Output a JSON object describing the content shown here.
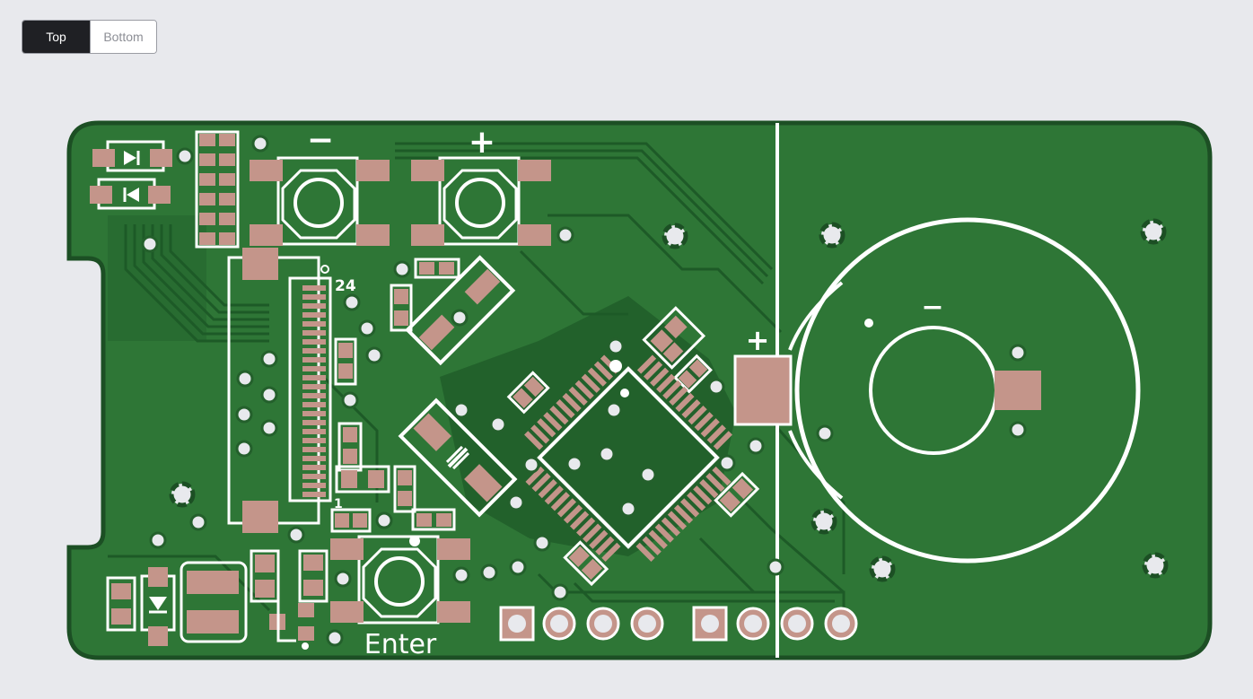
{
  "view_toggle": {
    "options": [
      {
        "label": "Top",
        "selected": true
      },
      {
        "label": "Bottom",
        "selected": false
      }
    ]
  },
  "pcb": {
    "side": "top",
    "silkscreen": {
      "minus_label": "−",
      "plus_label": "+",
      "battery_plus_label": "+",
      "battery_minus_label": "−",
      "pin_one_marker": "1",
      "connector_pin_label": "24",
      "enter_label": "Enter"
    },
    "colors": {
      "board": "#2e7636",
      "board_edge": "#1c4f24",
      "copper_pour": "#1d5a27",
      "trace": "#24602c",
      "pad": "#c4958a",
      "silkscreen": "#ffffff",
      "drill": "#e8e9ed"
    },
    "buttons": [
      "button-minus",
      "button-plus",
      "button-enter"
    ],
    "header_pins": 8
  }
}
